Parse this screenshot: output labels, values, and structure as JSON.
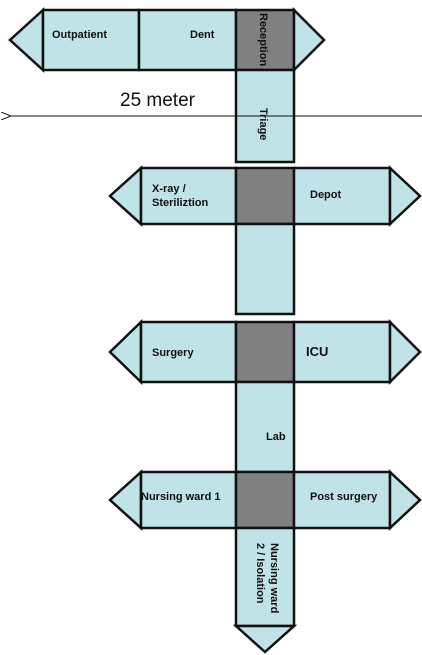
{
  "rooms": {
    "outpatient": "Outpatient",
    "dent": "Dent",
    "reception": "Reception",
    "triage": "Triage",
    "xray_line1": "X-ray /",
    "xray_line2": "Steriliztion",
    "depot": "Depot",
    "surgery": "Surgery",
    "icu": "ICU",
    "lab": "Lab",
    "nursing_ward_1": "Nursing ward 1",
    "post_surgery": "Post surgery",
    "nursing_ward_2_line1": "Nursing ward",
    "nursing_ward_2_line2": "2 / Isolation"
  },
  "scale_label": "25 meter",
  "colors": {
    "room_fill": "#bfe3e6",
    "hub_fill": "#808080",
    "outline": "#111111"
  }
}
